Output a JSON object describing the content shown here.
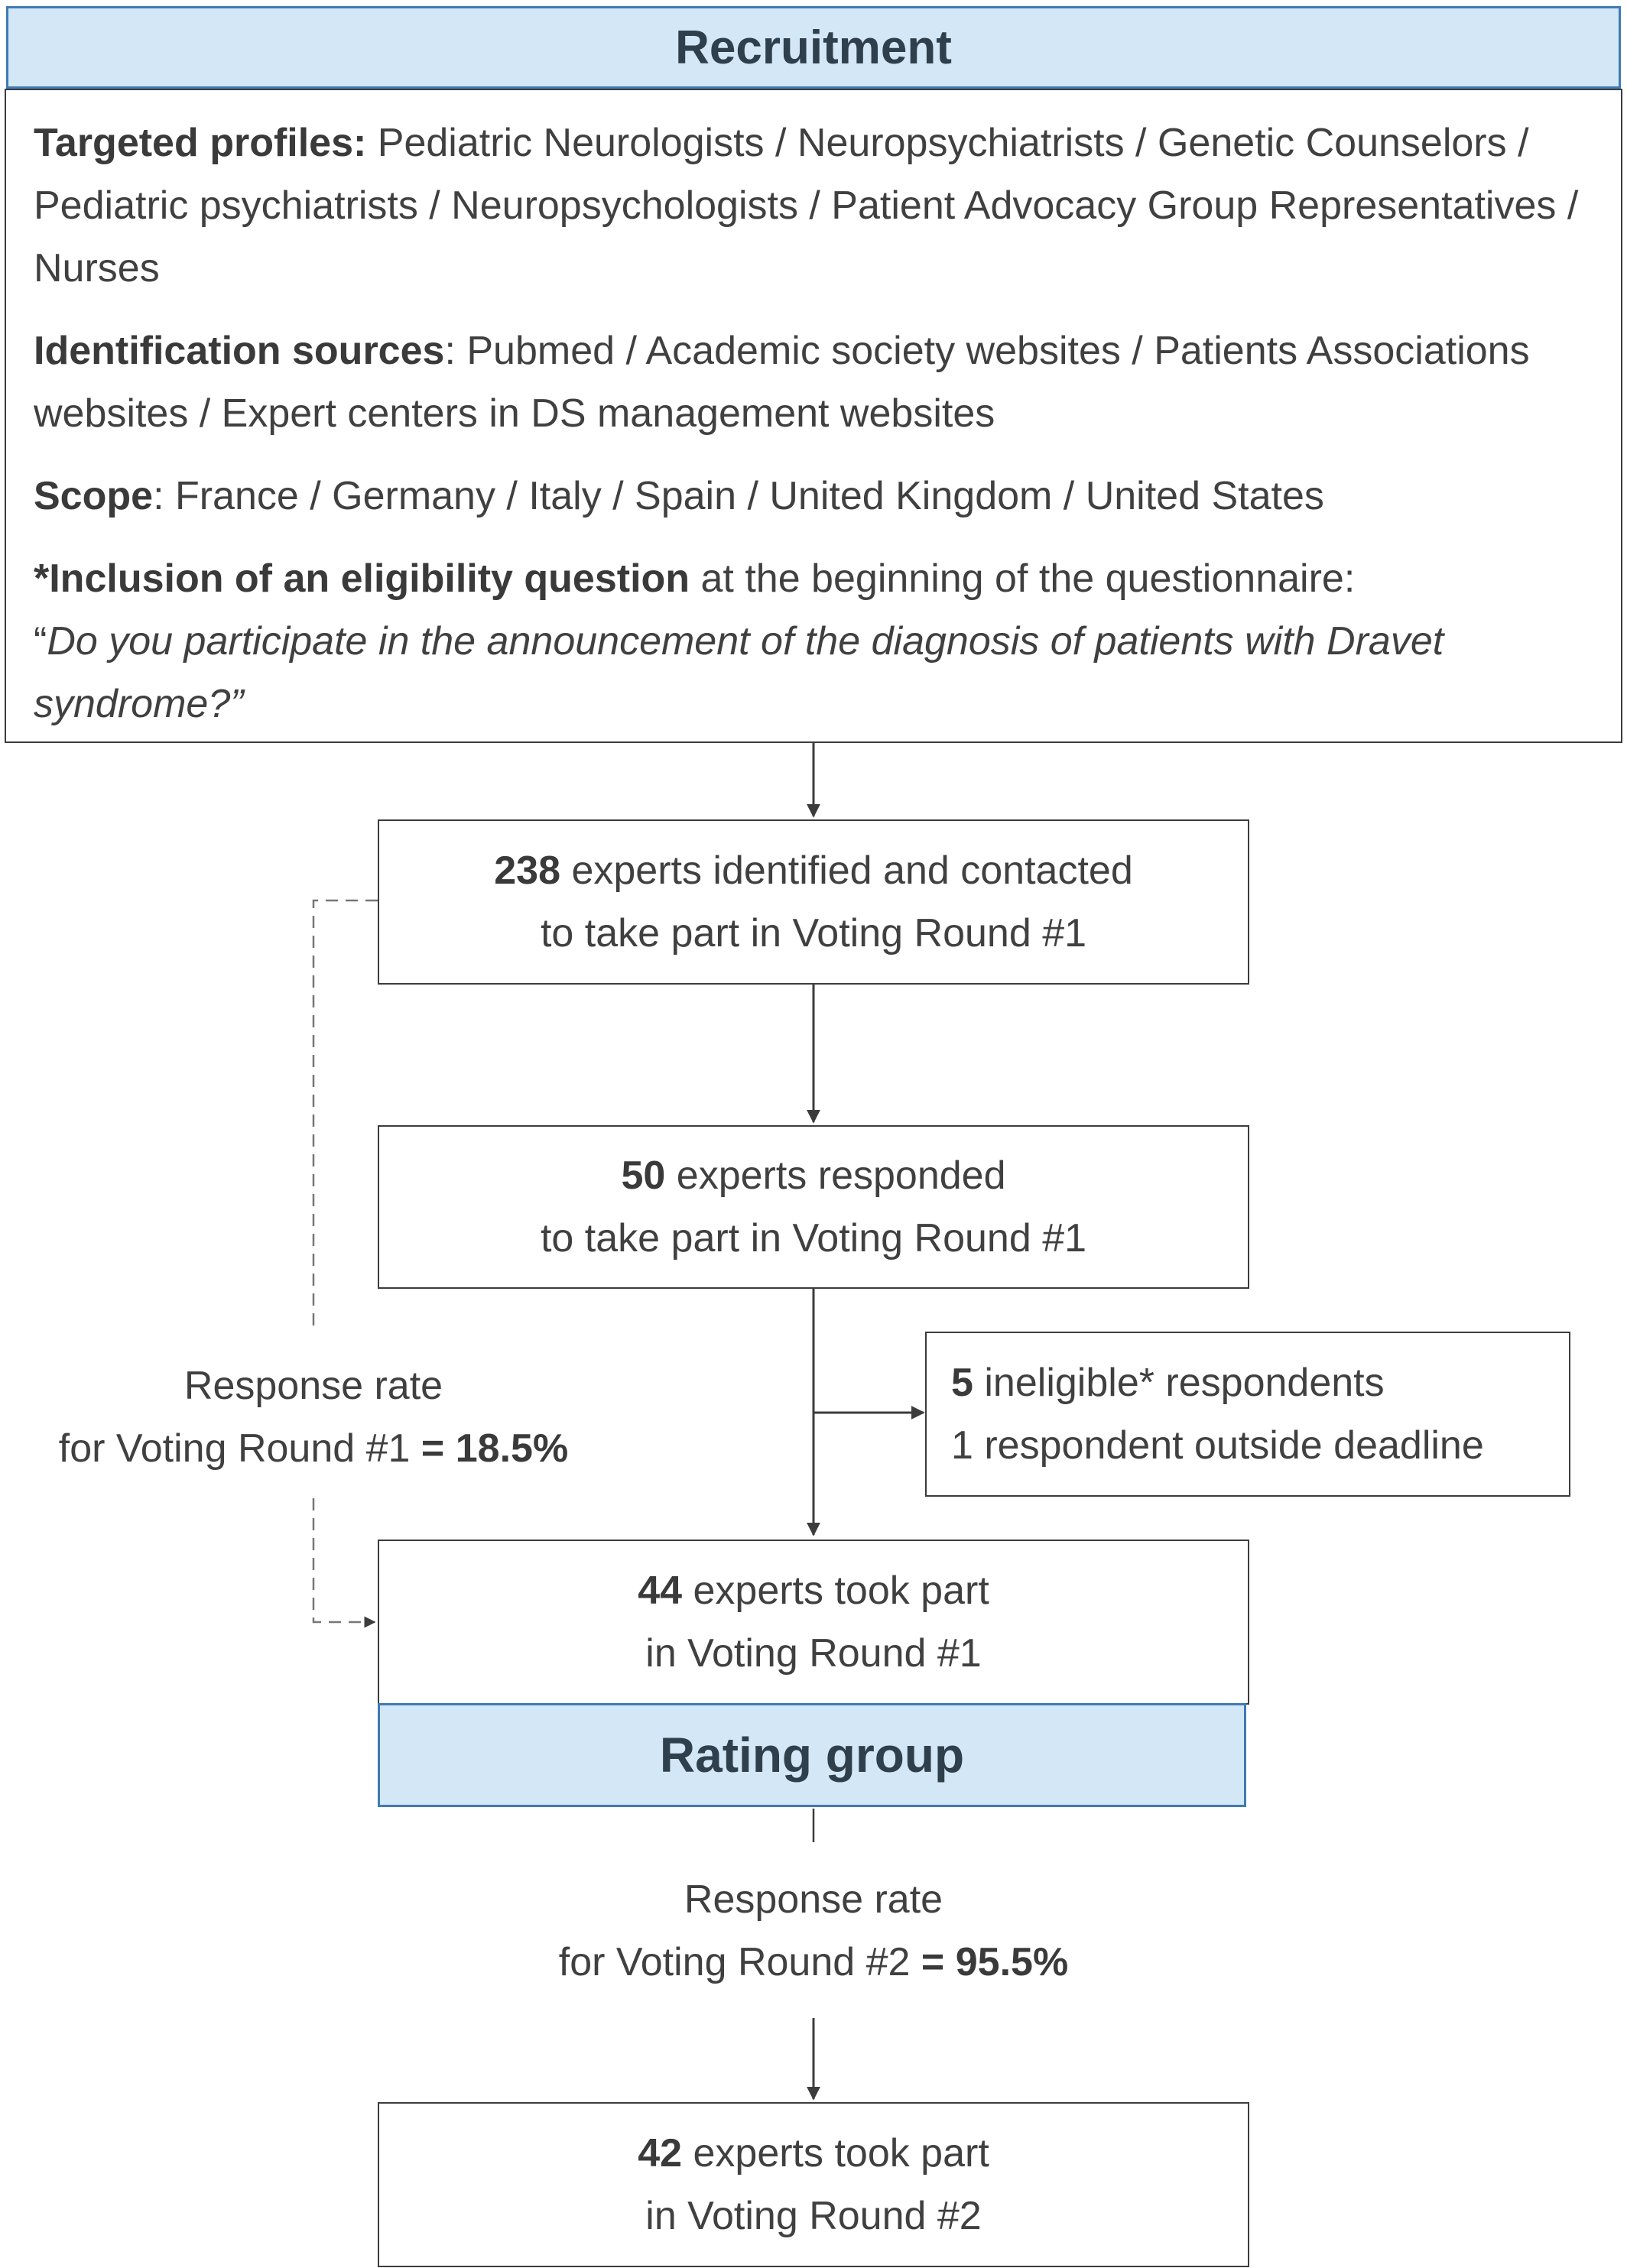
{
  "recruitment": {
    "title": "Recruitment",
    "targeted_profiles": {
      "label": "Targeted profiles:",
      "text": " Pediatric Neurologists / Neuropsychiatrists / Genetic Counselors / Pediatric psychiatrists / Neuropsychologists / Patient Advocacy Group Representatives / Nurses"
    },
    "identification_sources": {
      "label": "Identification sources",
      "text": ": Pubmed / Academic society websites / Patients Associations websites / Expert centers in DS management websites"
    },
    "scope": {
      "label": "Scope",
      "text": ": France / Germany / Italy / Spain / United Kingdom / United States"
    },
    "eligibility": {
      "label": "*Inclusion of an eligibility question",
      "text": " at the beginning of the questionnaire:",
      "quote_open": "“",
      "quote": "Do you participate in the announcement of the diagnosis of patients with Dravet syndrome?”"
    }
  },
  "flow": {
    "contacted": {
      "count": "238",
      "line1": " experts identified and contacted",
      "line2": "to take part in Voting Round #1"
    },
    "responded": {
      "count": "50",
      "line1": " experts responded",
      "line2": "to take part in Voting Round #1"
    },
    "excluded": {
      "count": "5",
      "line1": " ineligible* respondents",
      "line2": "1 respondent outside deadline"
    },
    "round1": {
      "count": "44",
      "line1": " experts took part",
      "line2": "in Voting Round #1"
    },
    "rating_group": "Rating group",
    "round2": {
      "count": "42",
      "line1": " experts took part",
      "line2": "in Voting Round #2"
    }
  },
  "response_rate_1": {
    "line1": "Response rate",
    "line2": "for Voting Round #1 ",
    "value": "= 18.5%"
  },
  "response_rate_2": {
    "line1": "Response rate",
    "line2": "for Voting Round #2 ",
    "value": "= 95.5%"
  },
  "colors": {
    "header_fill": "#d3e7f6",
    "header_border": "#3f7bb4",
    "line": "#3c3c3c"
  }
}
